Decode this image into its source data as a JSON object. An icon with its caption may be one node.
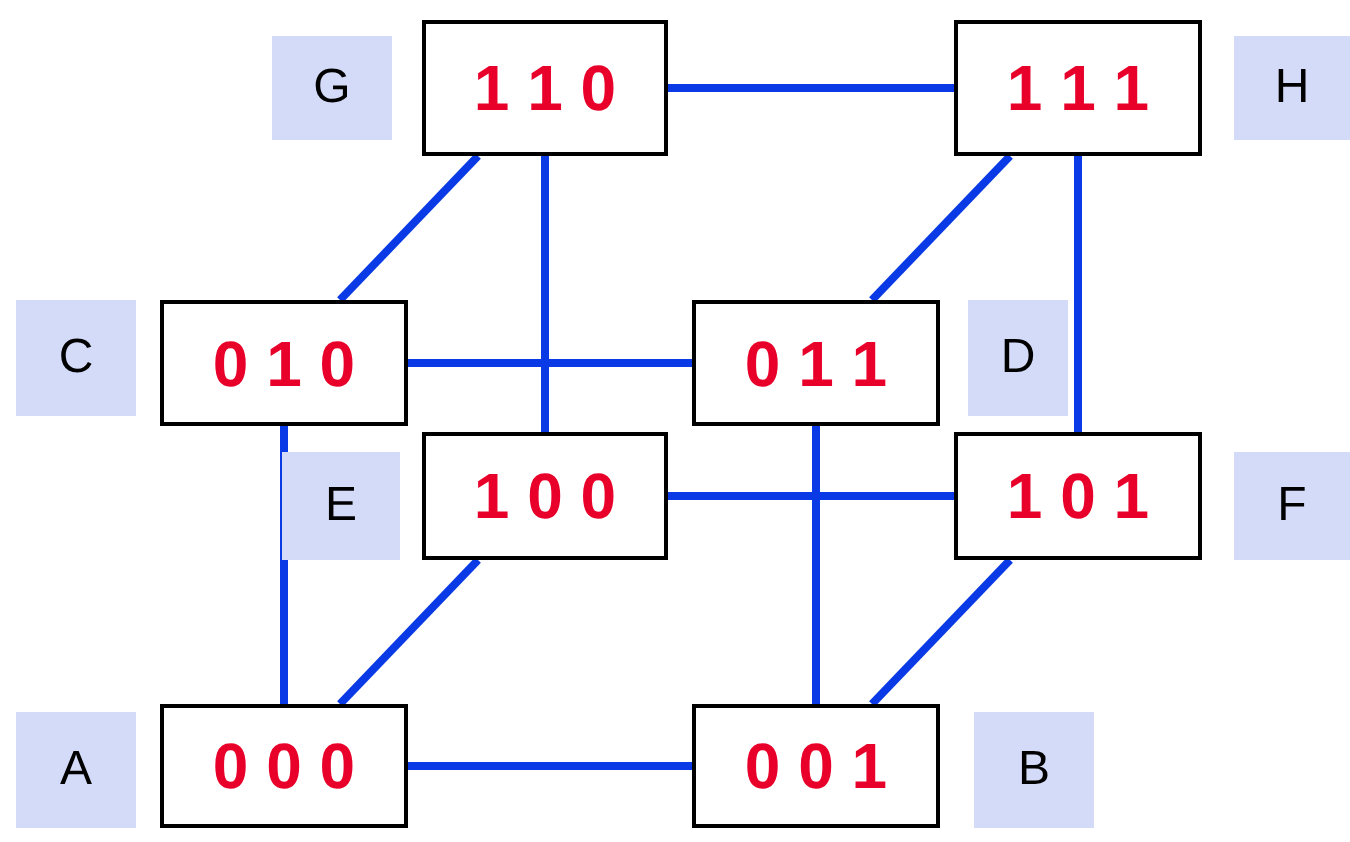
{
  "diagram": {
    "nodes": [
      {
        "text": [
          "G"
        ]
      },
      {
        "text": [
          "1 1 0"
        ]
      },
      {
        "text": [
          "1 1 1"
        ]
      },
      {
        "text": [
          "H"
        ]
      },
      {
        "text": [
          "C"
        ]
      },
      {
        "text": [
          "0 1 0"
        ]
      },
      {
        "text": [
          "0 1 1"
        ]
      },
      {
        "text": [
          "D"
        ]
      },
      {
        "text": [
          "E"
        ]
      },
      {
        "text": [
          "1 0 0"
        ]
      },
      {
        "text": [
          "1 0 1"
        ]
      },
      {
        "text": [
          "F"
        ]
      },
      {
        "text": [
          "A"
        ]
      },
      {
        "text": [
          "0 0 0"
        ]
      },
      {
        "text": [
          "0 0 1"
        ]
      },
      {
        "text": [
          "B"
        ]
      }
    ],
    "edges": [
      {
        "from": 1,
        "to": 2,
        "arrow": "none"
      },
      {
        "from": 1,
        "to": 5,
        "arrow": "none"
      },
      {
        "from": 1,
        "to": 9,
        "arrow": "none"
      },
      {
        "from": 2,
        "to": 6,
        "arrow": "none"
      },
      {
        "from": 2,
        "to": 10,
        "arrow": "none"
      },
      {
        "from": 5,
        "to": 6,
        "arrow": "none"
      },
      {
        "from": 5,
        "to": 13,
        "arrow": "none"
      },
      {
        "from": 9,
        "to": 10,
        "arrow": "none"
      },
      {
        "from": 9,
        "to": 13,
        "arrow": "none"
      },
      {
        "from": 6,
        "to": 14,
        "arrow": "none"
      },
      {
        "from": 10,
        "to": 14,
        "arrow": "none"
      },
      {
        "from": 13,
        "to": 14,
        "arrow": "none"
      }
    ]
  }
}
